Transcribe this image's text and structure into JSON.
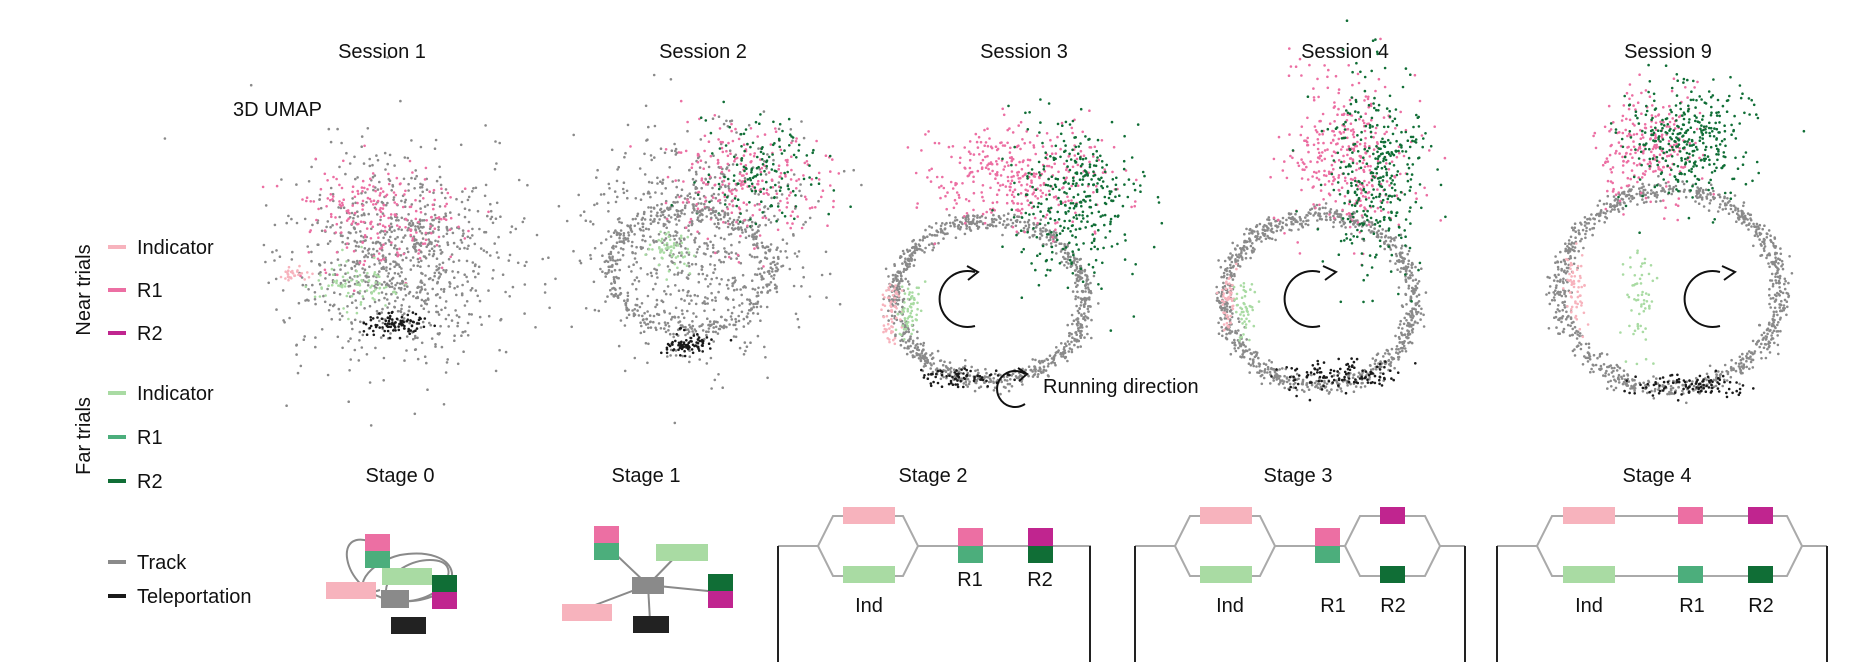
{
  "umap": {
    "label": "3D UMAP",
    "sessions": [
      "Session 1",
      "Session 2",
      "Session 3",
      "Session 4",
      "Session 9"
    ],
    "running_direction": "Running direction"
  },
  "legend": {
    "near_title": "Near trials",
    "near_items": [
      "Indicator",
      "R1",
      "R2"
    ],
    "far_title": "Far trials",
    "far_items": [
      "Indicator",
      "R1",
      "R2"
    ],
    "other_items": [
      "Track",
      "Teleportation"
    ]
  },
  "stages": {
    "titles": [
      "Stage 0",
      "Stage 1",
      "Stage 2",
      "Stage 3",
      "Stage 4"
    ],
    "labels": {
      "ind": "Ind",
      "r1": "R1",
      "r2": "R2"
    }
  },
  "colors": {
    "near_indicator": "#f7b3bd",
    "near_r1": "#ec6fa3",
    "near_r2": "#c0258f",
    "far_indicator": "#a9dba3",
    "far_r1": "#4cae7c",
    "far_r2": "#106e36",
    "track": "#8a8a8a",
    "teleportation": "#1a1a1a"
  }
}
